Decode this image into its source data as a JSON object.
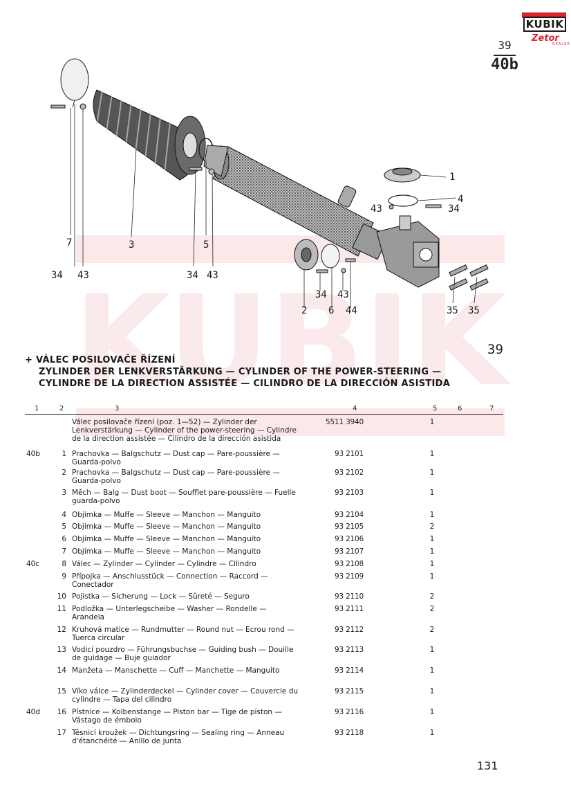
{
  "logo": {
    "name": "KUBIK",
    "sub": "Zetor",
    "sub2": "DEALER",
    "watermark": "KUBIK"
  },
  "page_ref": {
    "top": "39",
    "bottom": "40b"
  },
  "figure_number": "39",
  "callouts": [
    {
      "label": "1",
      "name": "callout-1"
    },
    {
      "label": "4",
      "name": "callout-4"
    },
    {
      "label": "43",
      "name": "callout-43-right"
    },
    {
      "label": "34",
      "name": "callout-34-right"
    },
    {
      "label": "7",
      "name": "callout-7"
    },
    {
      "label": "3",
      "name": "callout-3"
    },
    {
      "label": "5",
      "name": "callout-5"
    },
    {
      "label": "34",
      "name": "callout-34-a"
    },
    {
      "label": "43",
      "name": "callout-43-a"
    },
    {
      "label": "34",
      "name": "callout-34-b"
    },
    {
      "label": "43",
      "name": "callout-43-b"
    },
    {
      "label": "2",
      "name": "callout-2"
    },
    {
      "label": "34",
      "name": "callout-34-c"
    },
    {
      "label": "43",
      "name": "callout-43-c"
    },
    {
      "label": "6",
      "name": "callout-6"
    },
    {
      "label": "44",
      "name": "callout-44"
    },
    {
      "label": "35",
      "name": "callout-35-a"
    },
    {
      "label": "35",
      "name": "callout-35-b"
    }
  ],
  "title": {
    "line1": "+ VÁLEC POSILOVAČE ŘÍZENÍ",
    "line2": "ZYLINDER DER LENKVERSTÄRKUNG — CYLINDER OF THE POWER-STEERING —",
    "line3": "CYLINDRE DE LA DIRECTION ASSISTÉE — CILINDRO DE LA DIRECCIÓN ASISTIDA"
  },
  "columns": [
    "1",
    "2",
    "3",
    "4",
    "5",
    "6",
    "7"
  ],
  "rows": [
    {
      "ref": "",
      "pos": "",
      "desc": "Válec posilovače řízení (poz. 1—52) — Zylinder der Lenkverstärkung — Cylinder of the power-steering — Cylindre de la direction assistée — Cilindro de la dirección asistida",
      "num": "5511 3940",
      "qty": "1"
    },
    {
      "ref": "40b",
      "pos": "1",
      "desc": "Prachovka — Balgschutz — Dust cap — Pare-poussière — Guarda-polvo",
      "num": "93 2101",
      "qty": "1"
    },
    {
      "ref": "",
      "pos": "2",
      "desc": "Prachovka — Balgschutz — Dust cap — Pare-poussière — Guarda-polvo",
      "num": "93 2102",
      "qty": "1"
    },
    {
      "ref": "",
      "pos": "3",
      "desc": "Měch — Balg — Dust boot — Soufflet pare-poussière — Fuelle guarda-polvo",
      "num": "93 2103",
      "qty": "1"
    },
    {
      "ref": "",
      "pos": "4",
      "desc": "Objímka — Muffe — Sleeve — Manchon — Manguito",
      "num": "93 2104",
      "qty": "1"
    },
    {
      "ref": "",
      "pos": "5",
      "desc": "Objímka — Muffe — Sleeve — Manchon — Manguito",
      "num": "93 2105",
      "qty": "2"
    },
    {
      "ref": "",
      "pos": "6",
      "desc": "Objímka — Muffe — Sleeve — Manchon — Manguito",
      "num": "93 2106",
      "qty": "1"
    },
    {
      "ref": "",
      "pos": "7",
      "desc": "Objímka — Muffe — Sleeve — Manchon — Manguito",
      "num": "93 2107",
      "qty": "1"
    },
    {
      "ref": "40c",
      "pos": "8",
      "desc": "Válec — Zylinder — Cylinder — Cylindre — Cilindro",
      "num": "93 2108",
      "qty": "1"
    },
    {
      "ref": "",
      "pos": "9",
      "desc": "Přípojka — Anschlusstück — Connection — Raccord — Conectador",
      "num": "93 2109",
      "qty": "1"
    },
    {
      "ref": "",
      "pos": "10",
      "desc": "Pojistka — Sicherung — Lock — Sûreté — Seguro",
      "num": "93 2110",
      "qty": "2"
    },
    {
      "ref": "",
      "pos": "11",
      "desc": "Podložka — Unterlegscheibe — Washer — Rondelle — Arandela",
      "num": "93 2111",
      "qty": "2"
    },
    {
      "ref": "",
      "pos": "12",
      "desc": "Kruhová matice — Rundmutter — Round nut — Ecrou rond — Tuerca circular",
      "num": "93 2112",
      "qty": "2"
    },
    {
      "ref": "",
      "pos": "13",
      "desc": "Vodicí pouzdro — Führungsbuchse — Guiding bush — Douille de guidage — Buje guiador",
      "num": "93 2113",
      "qty": "1"
    },
    {
      "ref": "",
      "pos": "14",
      "desc": "Manžeta — Manschette — Cuff — Manchette — Manguito",
      "num": "93 2114",
      "qty": "1"
    },
    {
      "ref": "",
      "pos": "15",
      "desc": "Víko válce — Zylinderdeckel — Cylinder cover — Couvercle du cylindre — Tapa del cilindro",
      "num": "93 2115",
      "qty": "1"
    },
    {
      "ref": "40d",
      "pos": "16",
      "desc": "Pístnice — Kolbenstange — Piston bar — Tige de piston — Vástago de émbolo",
      "num": "93 2116",
      "qty": "1"
    },
    {
      "ref": "",
      "pos": "17",
      "desc": "Těsnicí kroužek — Dichtungsring — Sealing ring — Anneau d'étanchéité — Anillo de junta",
      "num": "93 2118",
      "qty": "1"
    }
  ],
  "page_number": "131",
  "colors": {
    "brand_red": "#d8282d",
    "ink": "#1a1a1a"
  }
}
